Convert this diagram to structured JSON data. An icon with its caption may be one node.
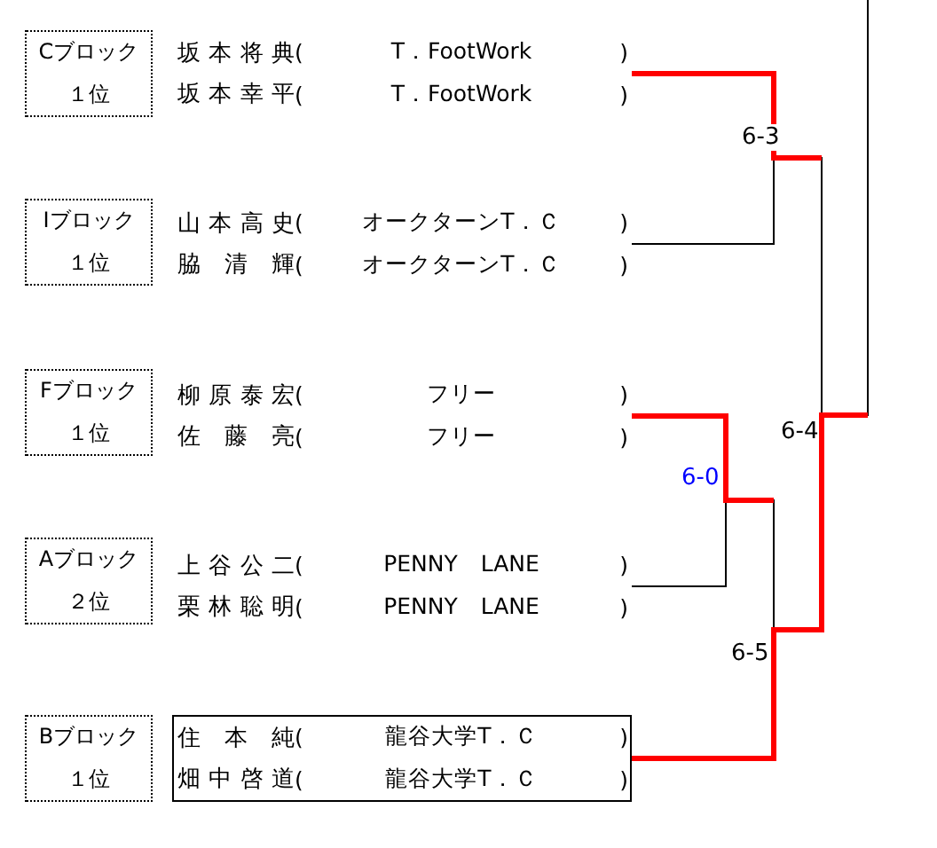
{
  "diagram": {
    "nodes": [
      {
        "text": [
          "Cブロック",
          "１位"
        ]
      },
      {
        "text": [
          "坂本将典",
          "(　T．FootWork　)",
          "坂本幸平",
          "(　T．FootWork　)"
        ]
      },
      {
        "text": [
          "Iブロック",
          "１位"
        ]
      },
      {
        "text": [
          "山本高史",
          "( オークターンT．Ｃ )",
          "脇清輝",
          "( オークターンT．Ｃ )"
        ]
      },
      {
        "text": [
          "Fブロック",
          "１位"
        ]
      },
      {
        "text": [
          "柳原泰宏",
          "(　　　フリー　　　)",
          "佐藤亮",
          "(　　　フリー　　　)"
        ]
      },
      {
        "text": [
          "Aブロック",
          "２位"
        ]
      },
      {
        "text": [
          "上谷公二",
          "( PENNY　LANE )",
          "栗林聡明",
          "( PENNY　LANE )"
        ]
      },
      {
        "text": [
          "Bブロック",
          "１位"
        ]
      },
      {
        "text": [
          "住本純",
          "(　龍谷大学T．Ｃ　)",
          "畑中啓道",
          "(　龍谷大学T．Ｃ　)"
        ]
      }
    ],
    "edges": [
      {
        "from": 1,
        "to": 3,
        "arrow": "none",
        "label": "6-3"
      },
      {
        "from": 1,
        "to": null,
        "arrow": "none",
        "style": "thick",
        "color": "#ff0000"
      },
      {
        "from": 5,
        "to": 7,
        "arrow": "none",
        "label": "6-0"
      },
      {
        "from": 5,
        "to": null,
        "arrow": "none",
        "style": "thick",
        "color": "#ff0000"
      },
      {
        "from": 5,
        "to": 9,
        "arrow": "none",
        "label": "6-5"
      },
      {
        "from": 9,
        "to": null,
        "arrow": "none",
        "style": "thick",
        "color": "#ff0000"
      },
      {
        "from": 1,
        "to": 9,
        "arrow": "none",
        "label": "6-4"
      },
      {
        "from": 9,
        "to": null,
        "arrow": "none"
      }
    ]
  }
}
